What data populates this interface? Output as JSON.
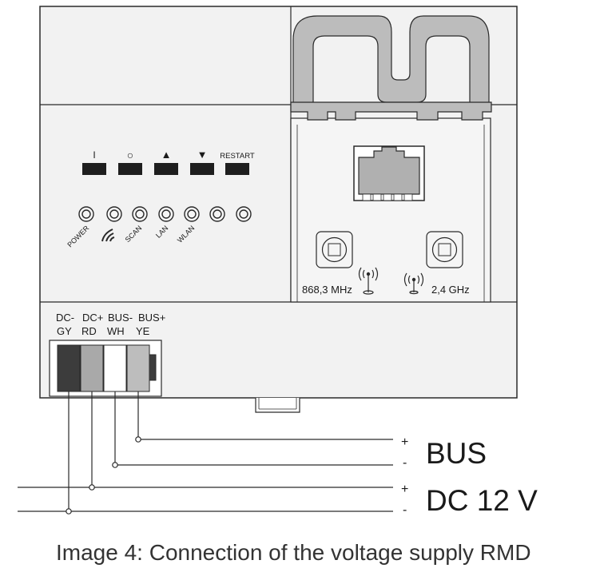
{
  "buttons": [
    {
      "label": "I"
    },
    {
      "label": "○"
    },
    {
      "label": "▲"
    },
    {
      "label": "▼"
    },
    {
      "label": "RESTART"
    }
  ],
  "leds": [
    "POWER",
    "",
    "SCAN",
    "LAN",
    "WLAN",
    "",
    ""
  ],
  "antennas": [
    {
      "label": "868,3 MHz"
    },
    {
      "label": "2,4 GHz"
    }
  ],
  "terminal": {
    "top_labels": [
      "DC-",
      "DC+",
      "BUS-",
      "BUS+"
    ],
    "color_codes": [
      "GY",
      "RD",
      "WH",
      "YE"
    ]
  },
  "lines": {
    "bus": {
      "plus": "+",
      "minus": "-",
      "label": "BUS"
    },
    "dc": {
      "plus": "+",
      "minus": "-",
      "label": "DC 12 V"
    }
  },
  "caption": "Image 4: Connection of the voltage supply RMD",
  "colors": {
    "housing": "#f2f2f2",
    "outline": "#2a2a2a",
    "button": "#1e1e1e",
    "grey_terminal": "#3c3c3c",
    "red_terminal": "#a9a9a9",
    "white_terminal": "#ffffff",
    "yellow_terminal": "#bdbdbd",
    "bracket": "#bcbcbc"
  }
}
